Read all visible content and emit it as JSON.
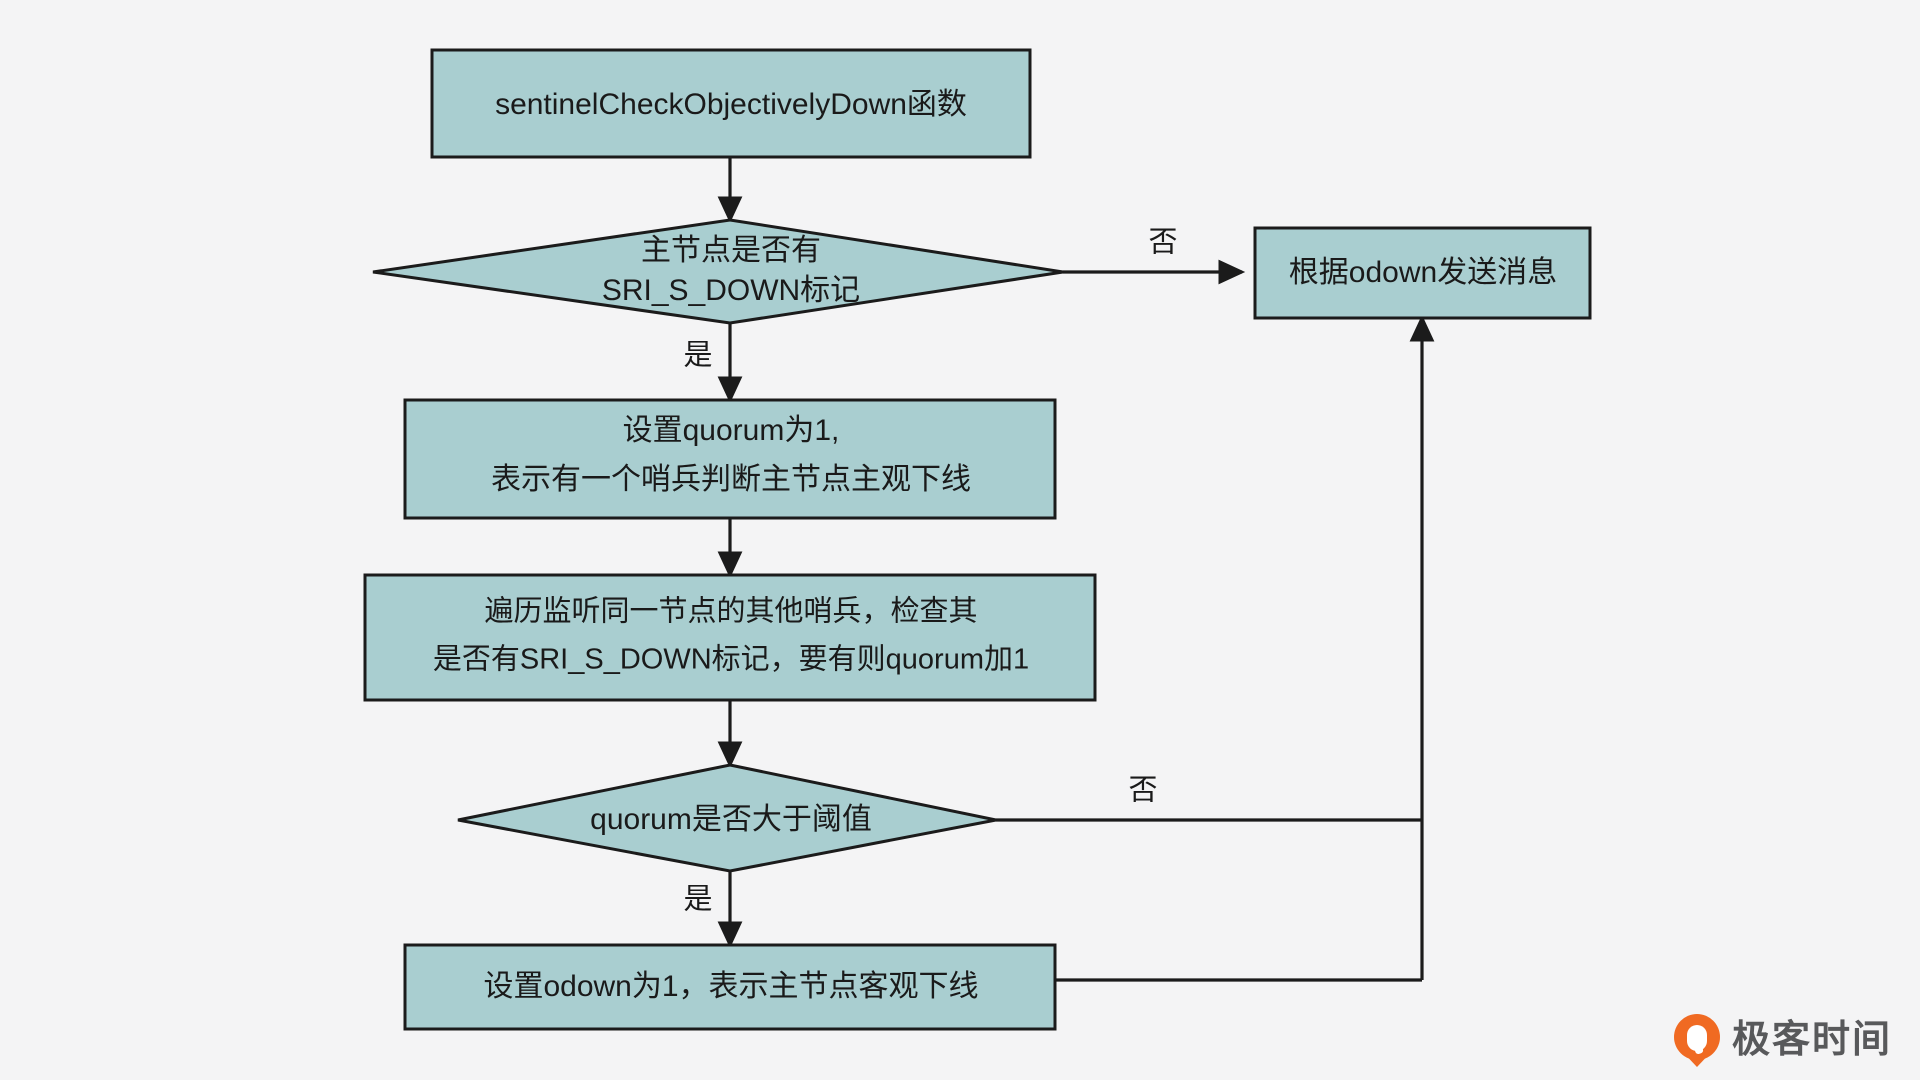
{
  "diagram": {
    "title": "sentinelCheckObjectivelyDown flowchart",
    "type": "flowchart",
    "background_color": "#f4f4f5",
    "node_fill_color": "#a9ced0",
    "node_stroke_color": "#1b1b1b",
    "nodes": [
      {
        "id": "start",
        "shape": "process",
        "lines": [
          "sentinelCheckObjectivelyDown函数"
        ]
      },
      {
        "id": "decision-sdown",
        "shape": "decision",
        "lines": [
          "主节点是否有",
          "SRI_S_DOWN标记"
        ]
      },
      {
        "id": "send-message",
        "shape": "process",
        "lines": [
          "根据odown发送消息"
        ]
      },
      {
        "id": "set-quorum",
        "shape": "process",
        "lines": [
          "设置quorum为1,",
          "表示有一个哨兵判断主节点主观下线"
        ]
      },
      {
        "id": "iterate-sentinels",
        "shape": "process",
        "lines": [
          "遍历监听同一节点的其他哨兵，检查其",
          "是否有SRI_S_DOWN标记，要有则quorum加1"
        ]
      },
      {
        "id": "decision-quorum",
        "shape": "decision",
        "lines": [
          "quorum是否大于阈值"
        ]
      },
      {
        "id": "set-odown",
        "shape": "process",
        "lines": [
          "设置odown为1，表示主节点客观下线"
        ]
      }
    ],
    "edge_labels": {
      "sdown_no": "否",
      "sdown_yes": "是",
      "quorum_no": "否",
      "quorum_yes": "是"
    }
  },
  "watermark": {
    "brand_text": "极客时间",
    "brand_color": "#f06a22",
    "text_color": "#58595b"
  }
}
